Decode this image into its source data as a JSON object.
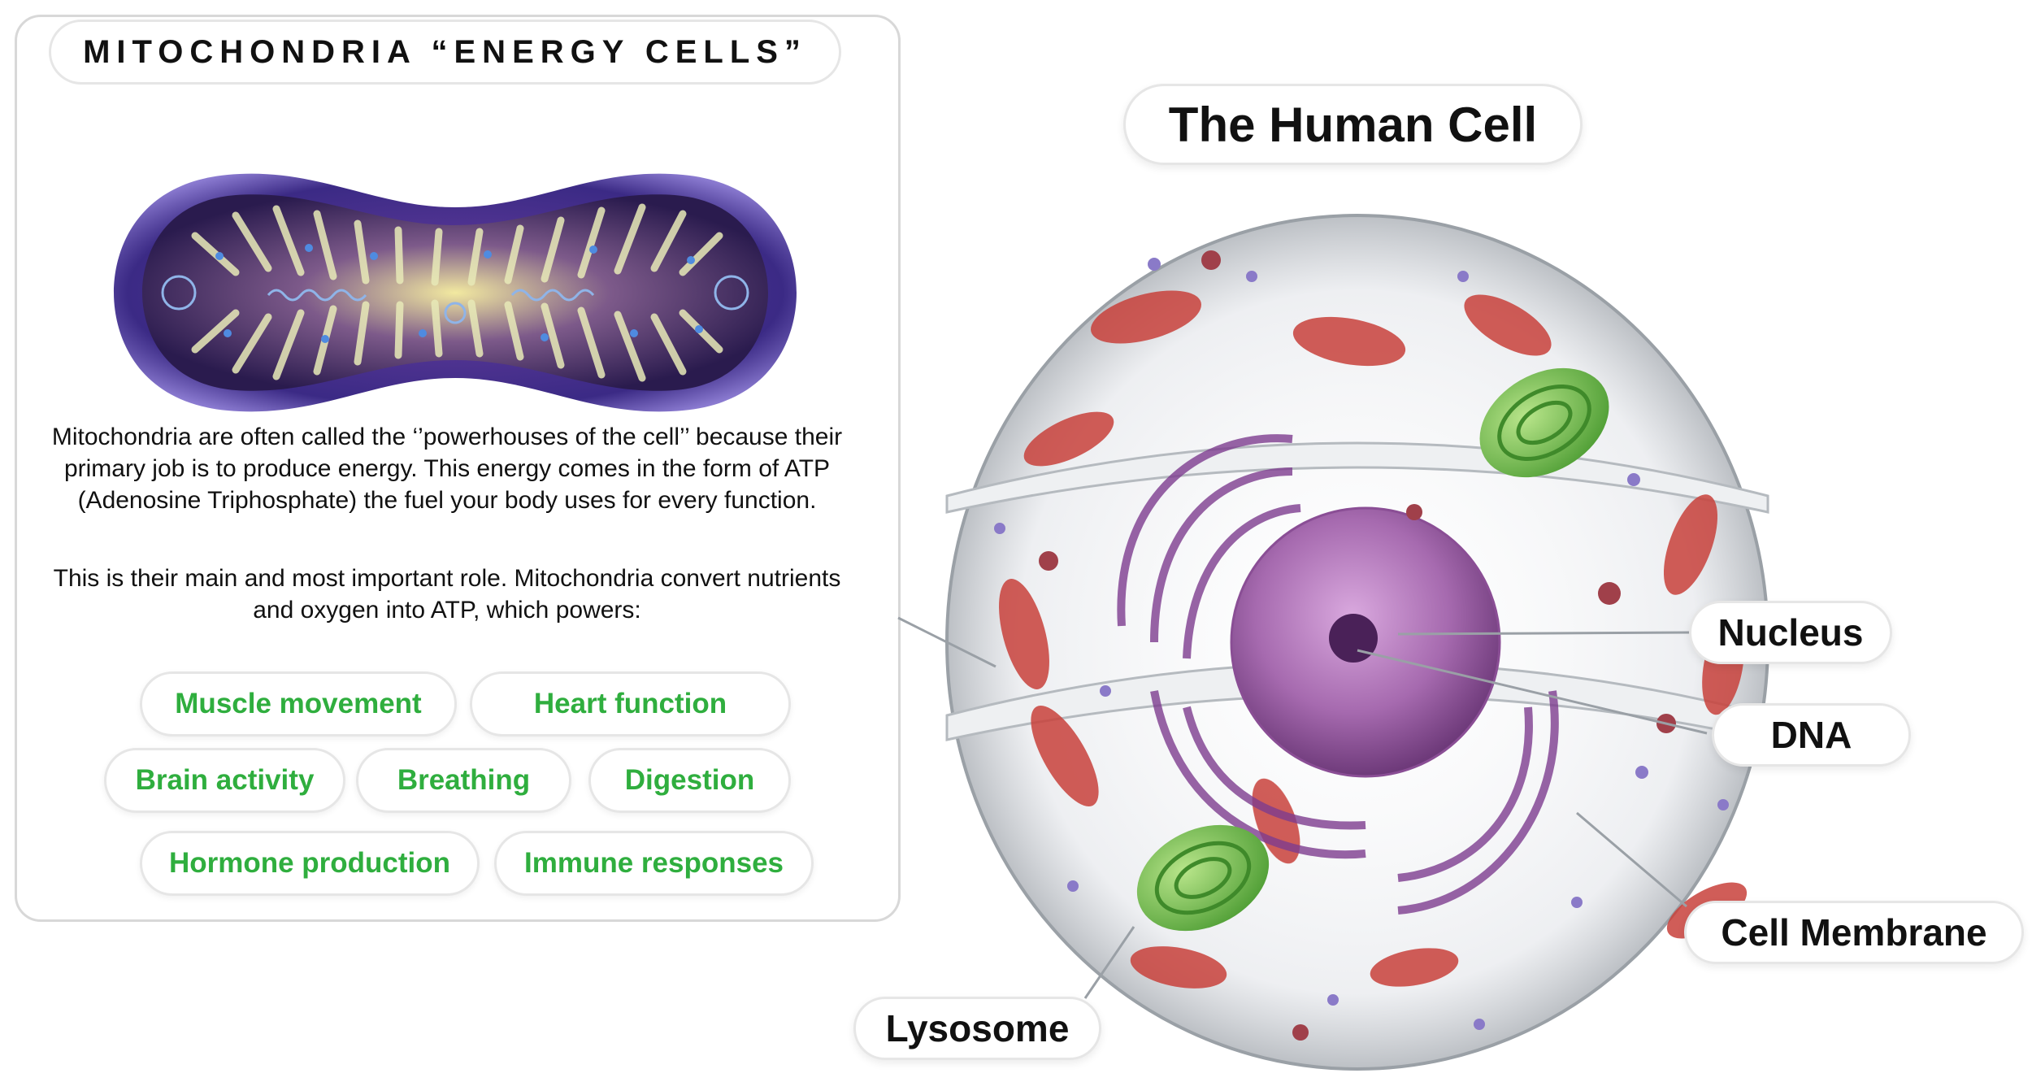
{
  "mitochondria_card": {
    "title": "MITOCHONDRIA “ENERGY CELLS”",
    "paragraph_1": "Mitochondria are often called the ‘’powerhouses of the cell’’ because their primary job is to produce energy. This energy comes in the form of ATP (Adenosine Triphosphate) the fuel your body uses for every function.",
    "paragraph_2": "This is their main and most important role. Mitochondria convert nutrients and oxygen into ATP, which powers:",
    "functions": [
      "Muscle movement",
      "Heart function",
      "Brain activity",
      "Breathing",
      "Digestion",
      "Hormone production",
      "Immune responses"
    ],
    "accent_color": "#2fae3e"
  },
  "cell_diagram": {
    "title": "The Human Cell",
    "labels": {
      "nucleus": "Nucleus",
      "dna": "DNA",
      "cell_membrane": "Cell Membrane",
      "lysosome": "Lysosome"
    },
    "colors": {
      "nucleus": "#9b5aa6",
      "organelle_red": "#c8403a",
      "lysosome_green": "#6cbf4a",
      "reticulum_purple": "#7d3d8f"
    }
  }
}
